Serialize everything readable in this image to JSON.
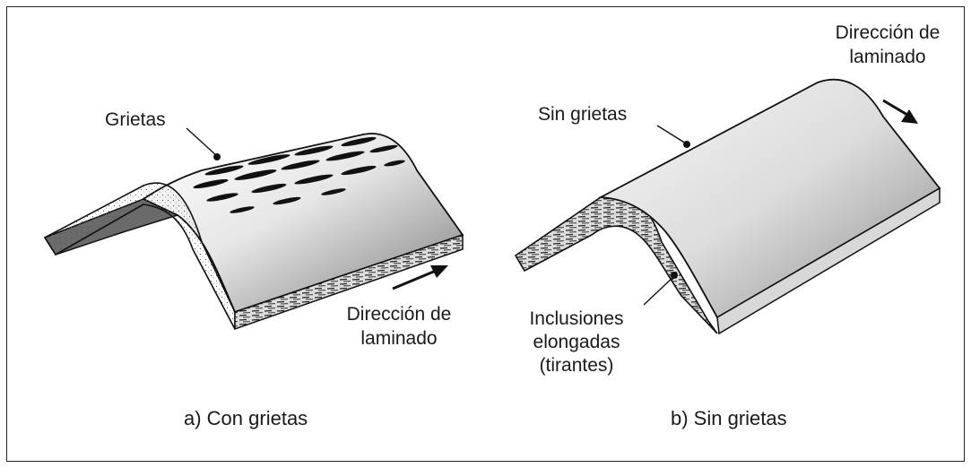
{
  "figure_a": {
    "label_cracks": "Grietas",
    "rolling_line1": "Dirección de",
    "rolling_line2": "laminado",
    "caption": "a)   Con grietas"
  },
  "figure_b": {
    "label_no_cracks": "Sin grietas",
    "rolling_line1": "Dirección de",
    "rolling_line2": "laminado",
    "inclusions_line1": "Inclusiones",
    "inclusions_line2": "elongadas",
    "inclusions_line3": "(tirantes)",
    "caption": "b)   Sin grietas"
  }
}
